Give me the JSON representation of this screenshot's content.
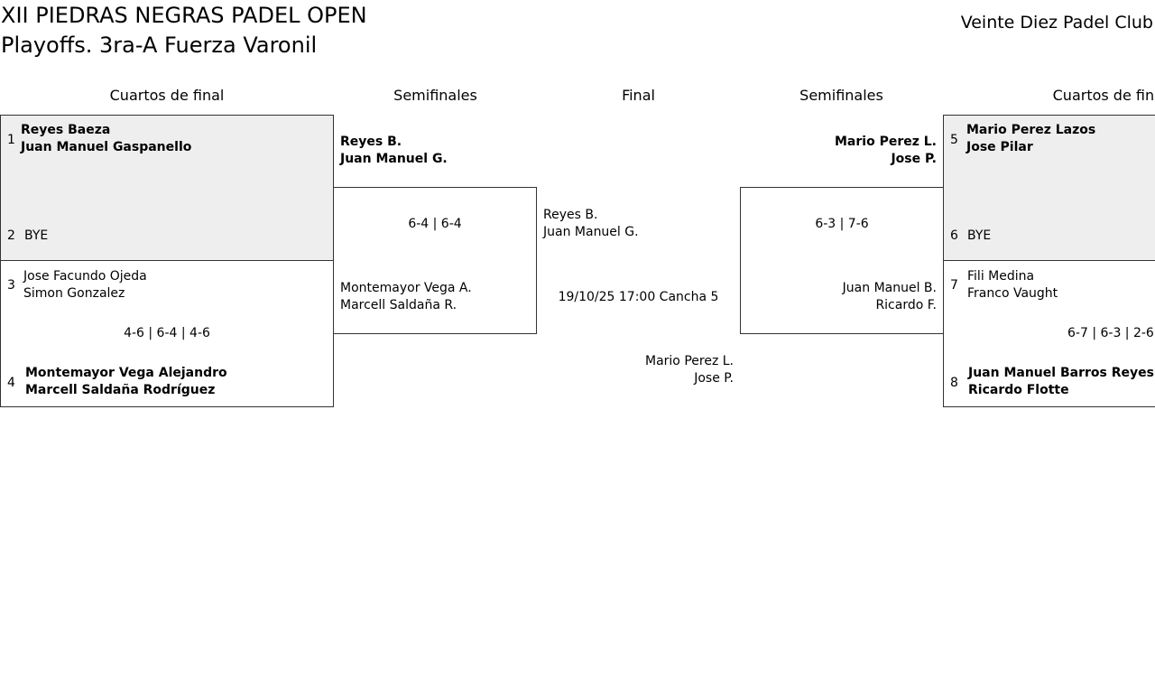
{
  "header": {
    "title_line1": "XII PIEDRAS NEGRAS PADEL OPEN",
    "title_line2": "Playoffs. 3ra-A Fuerza Varonil",
    "club": "Veinte Diez Padel Club"
  },
  "rounds": {
    "qf_left": "Cuartos de final",
    "sf_left": "Semifinales",
    "final": "Final",
    "sf_right": "Semifinales",
    "qf_right": "Cuartos de final"
  },
  "qf_left_1": {
    "seed_a": "1",
    "team_a_p1": "Reyes Baeza",
    "team_a_p2": "Juan Manuel Gaspanello",
    "seed_b": "2",
    "team_b": "BYE"
  },
  "qf_left_2": {
    "seed_a": "3",
    "team_a_p1": "Jose Facundo Ojeda",
    "team_a_p2": "Simon Gonzalez",
    "score": "4-6 | 6-4 | 4-6",
    "seed_b": "4",
    "team_b_p1": "Montemayor Vega Alejandro",
    "team_b_p2": "Marcell Saldaña Rodríguez"
  },
  "sf_left": {
    "team_a_p1": "Reyes B.",
    "team_a_p2": "Juan Manuel G.",
    "score": "6-4 | 6-4",
    "team_b_p1": "Montemayor Vega A.",
    "team_b_p2": "Marcell Saldaña R."
  },
  "final": {
    "team_a_p1": "Reyes B.",
    "team_a_p2": "Juan Manuel G.",
    "schedule": "19/10/25 17:00 Cancha 5",
    "team_b_p1": "Mario Perez L.",
    "team_b_p2": "Jose P."
  },
  "sf_right": {
    "team_a_p1": "Mario Perez L.",
    "team_a_p2": "Jose P.",
    "score": "6-3 | 7-6",
    "team_b_p1": "Juan Manuel B.",
    "team_b_p2": "Ricardo F."
  },
  "qf_right_1": {
    "seed_a": "5",
    "team_a_p1": "Mario Perez Lazos",
    "team_a_p2": "Jose Pilar",
    "seed_b": "6",
    "team_b": "BYE"
  },
  "qf_right_2": {
    "seed_a": "7",
    "team_a_p1": "Fili Medina",
    "team_a_p2": "Franco Vaught",
    "score": "6-7 | 6-3 | 2-6",
    "seed_b": "8",
    "team_b_p1": "Juan Manuel Barros Reyes",
    "team_b_p2": "Ricardo Flotte"
  }
}
